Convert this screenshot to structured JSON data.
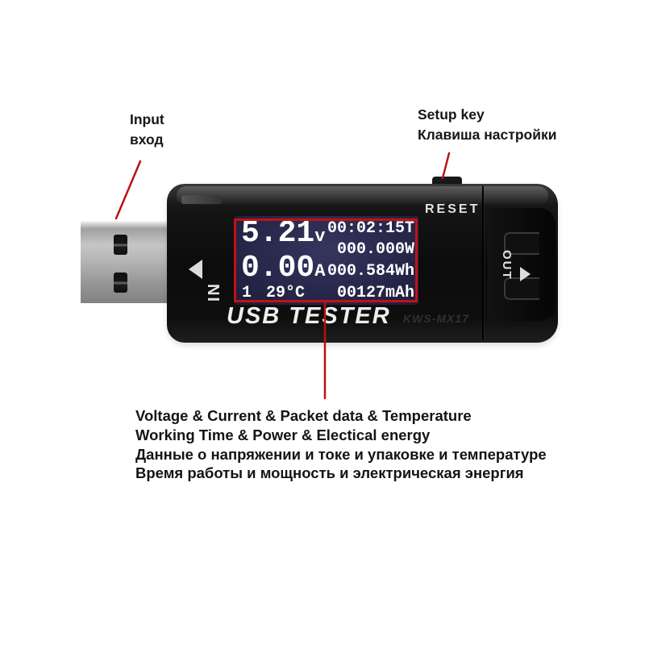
{
  "annotations": {
    "input": {
      "line1": "Input",
      "line2": "вход"
    },
    "setup": {
      "line1": "Setup key",
      "line2": "Клавиша настройки"
    },
    "accent_color": "#bb1111"
  },
  "device": {
    "reset_label": "RESET",
    "brand": "USB TESTER",
    "model": "KWS-MX17",
    "in_label": "IN",
    "out_label": "OUT",
    "display": {
      "voltage": "5.21",
      "voltage_unit": "v",
      "time": "00:02:15T",
      "power": "000.000W",
      "current": "0.00",
      "current_unit": "A",
      "energy": "000.584Wh",
      "mode": "1",
      "temperature": "29°C",
      "capacity": "00127mAh",
      "bg_color": "#28284c",
      "text_color": "#ffffff"
    }
  },
  "caption": {
    "lines": [
      "Voltage & Current & Packet data & Temperature",
      "Working Time & Power & Electical energy",
      "Данные о напряжении и токе и упаковке и температуре",
      "Время работы и мощность и электрическая энергия"
    ]
  }
}
